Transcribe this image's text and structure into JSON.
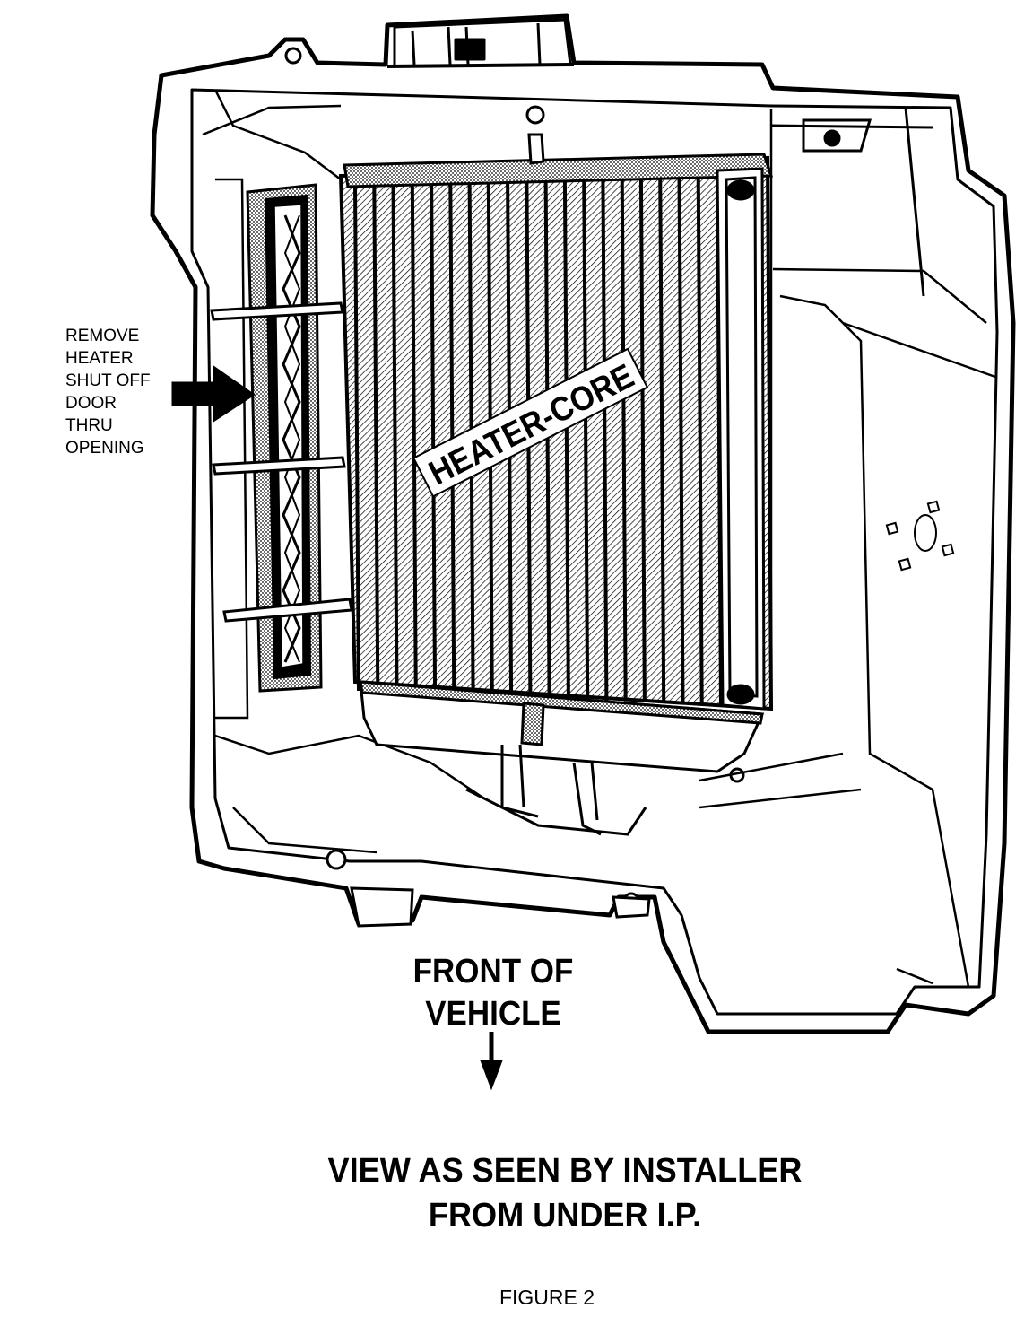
{
  "diagram": {
    "callout": {
      "lines": [
        "REMOVE",
        "HEATER",
        "SHUT OFF",
        "DOOR",
        "THRU",
        "OPENING"
      ]
    },
    "core_label": "HEATER-CORE",
    "front_label": {
      "lines": [
        "FRONT OF",
        "VEHICLE"
      ]
    },
    "view_caption": {
      "lines": [
        "VIEW AS SEEN BY INSTALLER",
        "FROM UNDER I.P."
      ]
    },
    "figure_caption": "FIGURE 2"
  },
  "colors": {
    "ink": "#000000",
    "paper": "#ffffff",
    "screen_tone": "#9a9a9a"
  }
}
